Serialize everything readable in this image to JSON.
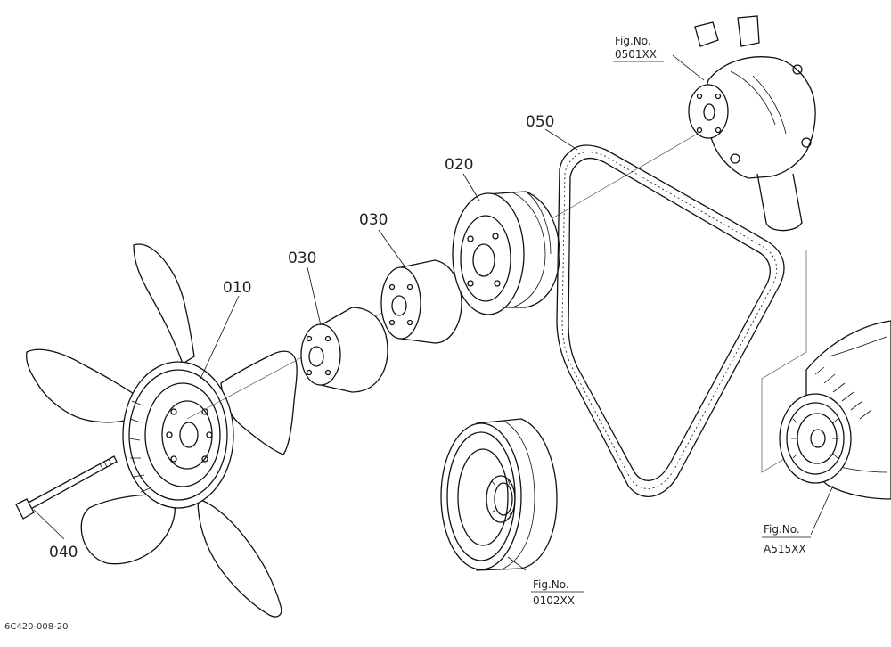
{
  "parts": [
    {
      "id": "fan",
      "number": "010"
    },
    {
      "id": "spacer_a",
      "number": "030"
    },
    {
      "id": "spacer_b",
      "number": "030"
    },
    {
      "id": "pulley",
      "number": "020"
    },
    {
      "id": "bolt",
      "number": "040"
    },
    {
      "id": "belt",
      "number": "050"
    }
  ],
  "references": {
    "water_pump": {
      "line1": "Fig.No.",
      "line2": "0501XX"
    },
    "alternator": {
      "line1": "Fig.No.",
      "line2": "A515XX"
    },
    "crank_pulley": {
      "line1": "Fig.No.",
      "line2": "0102XX"
    }
  },
  "drawing_id": "6C420-008-20"
}
